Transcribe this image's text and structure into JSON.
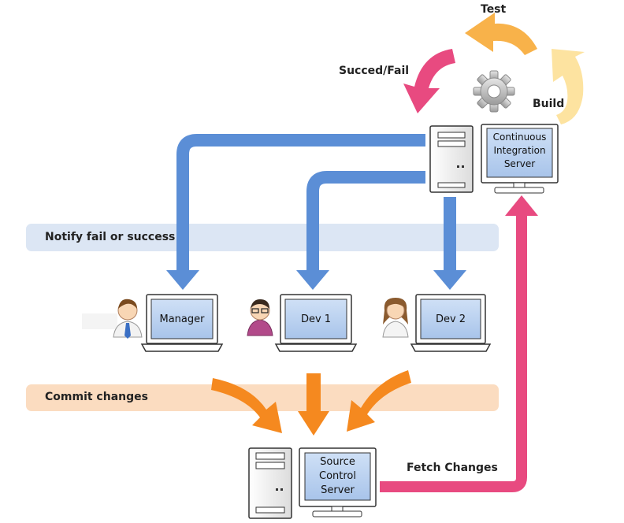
{
  "labels": {
    "test": "Test",
    "succeed_fail": "Succed/Fail",
    "build": "Build",
    "notify": "Notify fail or success",
    "commit": "Commit changes",
    "fetch": "Fetch Changes"
  },
  "ci_server": {
    "line1": "Continuous",
    "line2": "Integration",
    "line3": "Server"
  },
  "source_server": {
    "line1": "Source",
    "line2": "Control",
    "line3": "Server"
  },
  "laptops": {
    "manager": "Manager",
    "dev1": "Dev 1",
    "dev2": "Dev 2"
  },
  "colors": {
    "blue_arrow": "#5b8ed6",
    "orange_arrow": "#f5891f",
    "pink_arrow": "#e84a80",
    "light_orange": "#f8b24a",
    "light_yellow": "#fde3a0",
    "notify_band": "#dce6f4",
    "commit_band": "#fbdcc0",
    "screen_fill": "#b9d1ef"
  }
}
